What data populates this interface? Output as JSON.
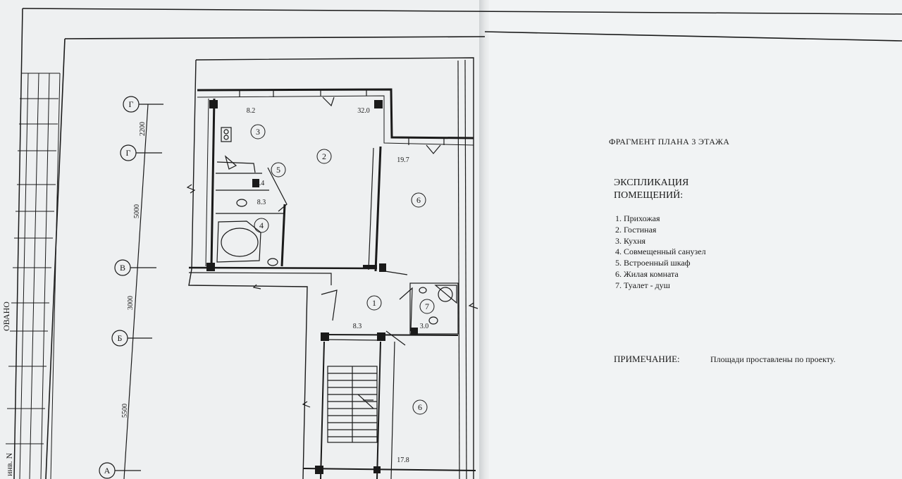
{
  "sheet": {
    "title": "ФРАГМЕНТ ПЛАНА 3 ЭТАЖА",
    "explication_title_line1": "ЭКСПЛИКАЦИЯ",
    "explication_title_line2": "ПОМЕЩЕНИЙ:",
    "rooms_legend": [
      "1. Прихожая",
      "2. Гостиная",
      "3. Кухня",
      "4. Совмещенный санузел",
      "5. Встроенный шкаф",
      "6. Жилая комната",
      "7. Туалет - душ"
    ],
    "note_label": "ПРИМЕЧАНИЕ:",
    "note_text": "Площади проставлены по проекту."
  },
  "plan": {
    "axes": [
      "Г",
      "Г",
      "В",
      "Б",
      "А"
    ],
    "dimensions": [
      "2200",
      "5000",
      "3000",
      "5500"
    ],
    "room_numbers": [
      "3",
      "2",
      "5",
      "4",
      "6",
      "1",
      "7",
      "6"
    ],
    "areas": [
      "8.2",
      "32.0",
      "19.7",
      "0.4",
      "8.3",
      "8.3",
      "3.0",
      "17.8"
    ],
    "stamp_fragment_1": "ОВАНО",
    "stamp_fragment_2": "инв. N"
  },
  "colors": {
    "paper": "#eef0f1",
    "ink": "#1a1a1a",
    "background": "#d9dbdc"
  }
}
